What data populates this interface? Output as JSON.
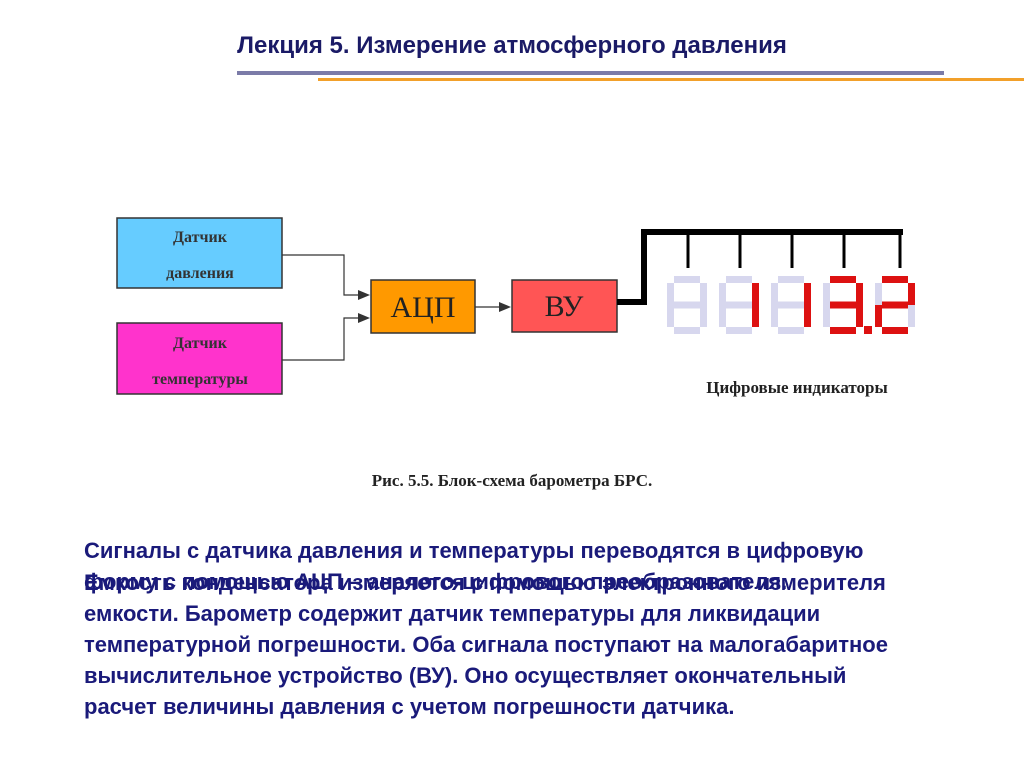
{
  "header": {
    "title": "Лекция 5. Измерение атмосферного давления"
  },
  "diagram": {
    "pressure_sensor": {
      "line1": "Датчик",
      "line2": "давления",
      "color": "#66ccff"
    },
    "temperature_sensor": {
      "line1": "Датчик",
      "line2": "температуры",
      "color": "#ff33cc"
    },
    "adc": {
      "label": "АЦП",
      "color": "#ff9900"
    },
    "vu": {
      "label": "ВУ",
      "color": "#ff5555"
    },
    "indicators_label": "Цифровые индикаторы",
    "digits_color": "#dd1111",
    "caption": "Рис. 5.5. Блок-схема барометра БРС."
  },
  "text": {
    "paragraph1": "Сигналы с датчика давления и температуры переводятся в цифровую форму с помощью АЦП – аналого-цифрового преобразователя.",
    "paragraph2": "Емкость конденсатора измеряется с помощью электронного измерителя емкости. Барометр содержит датчик температуры для ликвидации температурной погрешности. Оба сигнала поступают на малогабаритное вычислительное устройство (ВУ). Оно осуществляет окончательный расчет величины давления с учетом погрешности датчика."
  }
}
